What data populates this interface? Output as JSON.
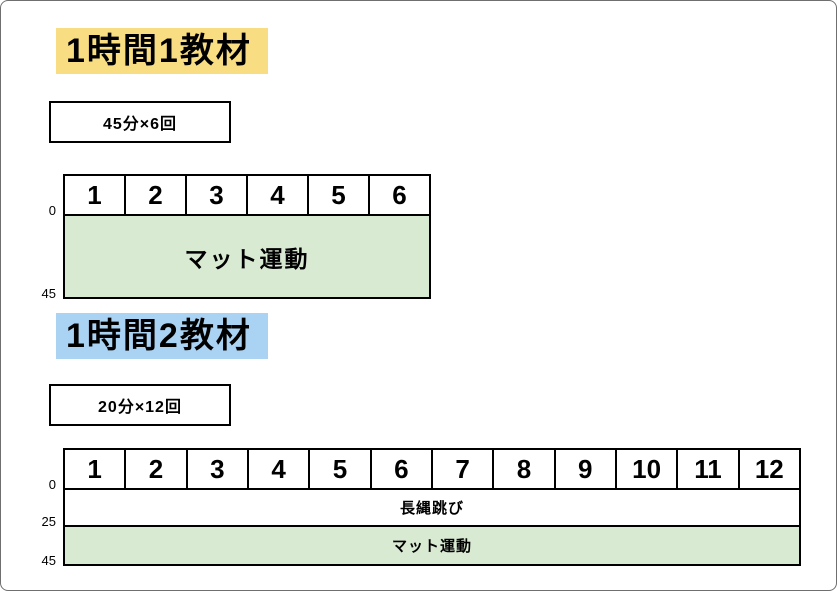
{
  "section1": {
    "title": "1時間1教材",
    "highlight_color": "#f8dd82",
    "duration": "45分×6回",
    "chart": {
      "columns": [
        "1",
        "2",
        "3",
        "4",
        "5",
        "6"
      ],
      "axis": [
        "0",
        "45"
      ],
      "rows": [
        {
          "label": "マット運動",
          "color": "#d9ead3"
        }
      ]
    }
  },
  "section2": {
    "title": "1時間2教材",
    "highlight_color": "#aad3f3",
    "duration": "20分×12回",
    "chart": {
      "columns": [
        "1",
        "2",
        "3",
        "4",
        "5",
        "6",
        "7",
        "8",
        "9",
        "10",
        "11",
        "12"
      ],
      "axis": [
        "0",
        "25",
        "45"
      ],
      "rows": [
        {
          "label": "長縄跳び",
          "color": "#ffffff"
        },
        {
          "label": "マット運動",
          "color": "#d9ead3"
        }
      ]
    }
  }
}
